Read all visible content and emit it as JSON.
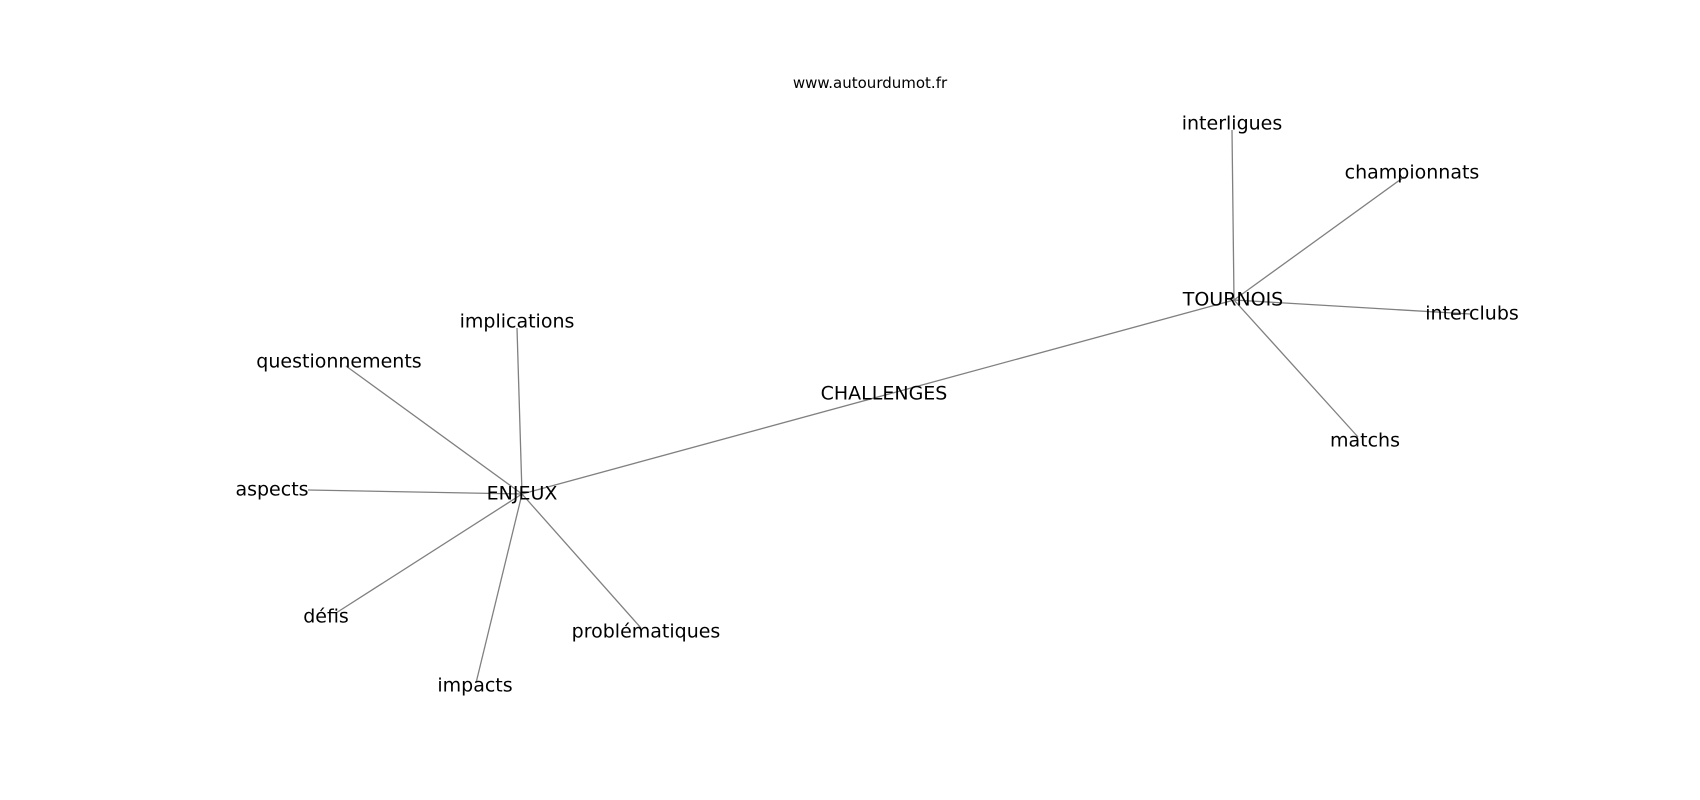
{
  "watermark": "www.autourdumot.fr",
  "colors": {
    "edge": "#808080",
    "text": "#000000",
    "background": "#ffffff"
  },
  "nodes": [
    {
      "id": "challenges",
      "label": "CHALLENGES"
    },
    {
      "id": "enjeux",
      "label": "ENJEUX"
    },
    {
      "id": "tournois",
      "label": "TOURNOIS"
    },
    {
      "id": "implications",
      "label": "implications"
    },
    {
      "id": "questionnements",
      "label": "questionnements"
    },
    {
      "id": "aspects",
      "label": "aspects"
    },
    {
      "id": "defis",
      "label": "défis"
    },
    {
      "id": "impacts",
      "label": "impacts"
    },
    {
      "id": "problematiques",
      "label": "problématiques"
    },
    {
      "id": "interligues",
      "label": "interligues"
    },
    {
      "id": "championnats",
      "label": "championnats"
    },
    {
      "id": "interclubs",
      "label": "interclubs"
    },
    {
      "id": "matchs",
      "label": "matchs"
    }
  ],
  "edges": [
    [
      "enjeux",
      "tournois"
    ],
    [
      "enjeux",
      "implications"
    ],
    [
      "enjeux",
      "questionnements"
    ],
    [
      "enjeux",
      "aspects"
    ],
    [
      "enjeux",
      "defis"
    ],
    [
      "enjeux",
      "impacts"
    ],
    [
      "enjeux",
      "problematiques"
    ],
    [
      "tournois",
      "interligues"
    ],
    [
      "tournois",
      "championnats"
    ],
    [
      "tournois",
      "interclubs"
    ],
    [
      "tournois",
      "matchs"
    ]
  ]
}
